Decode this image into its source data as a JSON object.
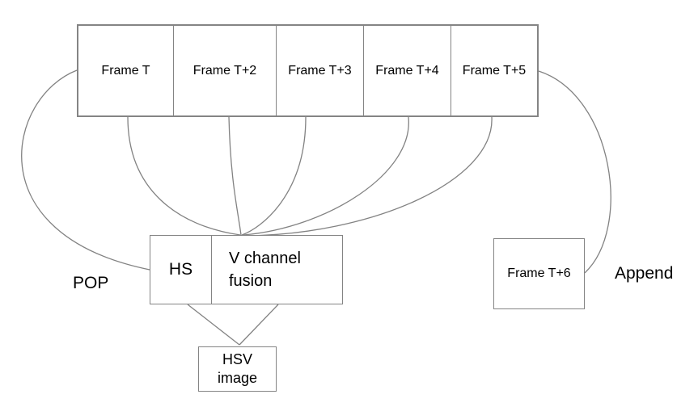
{
  "canvas": {
    "background": "#ffffff",
    "line_color": "#828282",
    "text_color": "#000000"
  },
  "frame_row": {
    "frames": [
      {
        "label": "Frame T"
      },
      {
        "label": "Frame T+2"
      },
      {
        "label": "Frame T+3"
      },
      {
        "label": "Frame T+4"
      },
      {
        "label": "Frame T+5"
      }
    ]
  },
  "fusion": {
    "hs_label": "HS",
    "v_label": "V channel fusion"
  },
  "hsv": {
    "label": "HSV image"
  },
  "append_frame": {
    "label": "Frame T+6"
  },
  "labels": {
    "pop": "POP",
    "append": "Append"
  }
}
